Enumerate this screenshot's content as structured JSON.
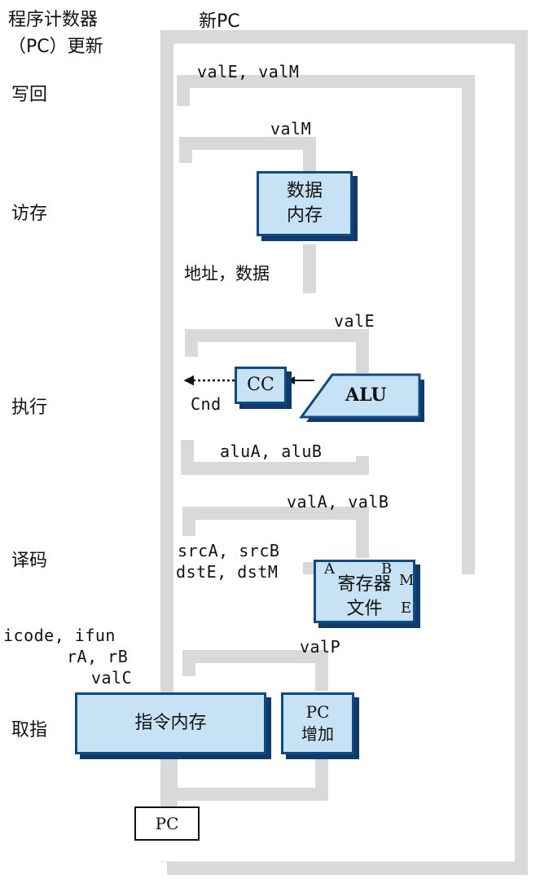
{
  "stages": {
    "pc_update": "程序计数器\n（PC）更新",
    "writeback": "写回",
    "memory": "访存",
    "execute": "执行",
    "decode": "译码",
    "fetch": "取指"
  },
  "signals": {
    "new_pc": "新PC",
    "valE_valM": "valE, valM",
    "valM": "valM",
    "addr_data": "地址，数据",
    "valE": "valE",
    "cnd": "Cnd",
    "aluA_aluB": "aluA, aluB",
    "valA_valB": "valA, valB",
    "srcA_srcB": "srcA, srcB",
    "dstE_dstM": "dstE, dstM",
    "icode_ifun": "icode, ifun",
    "rA_rB": "rA, rB",
    "valC": "valC",
    "valP": "valP"
  },
  "components": {
    "data_memory": "数据\n内存",
    "cc": "CC",
    "alu": "ALU",
    "regfile": "寄存器\n文件",
    "regfile_port_a": "A",
    "regfile_port_b": "B",
    "regfile_port_m": "M",
    "regfile_port_e": "E",
    "instr_memory": "指令内存",
    "pc_increment": "PC\n增加",
    "pc": "PC"
  },
  "colors": {
    "path": "#dcdcdc",
    "path_edge": "#bdbdbd",
    "box_fill": "#c6e2f4",
    "box_border": "#0e4a86",
    "box_shadow": "#0f3a6a"
  }
}
